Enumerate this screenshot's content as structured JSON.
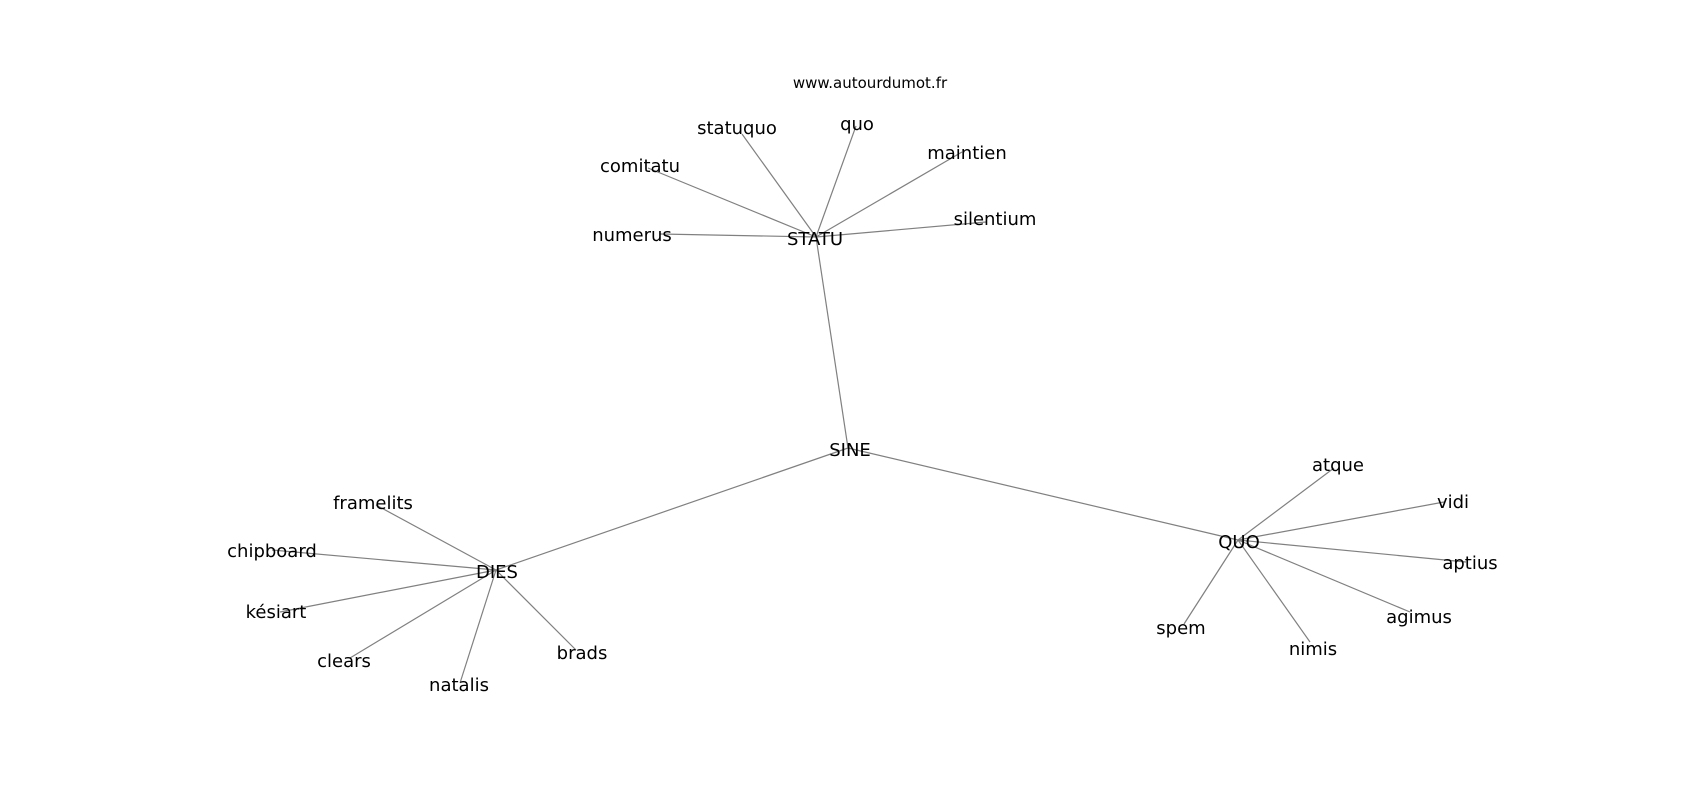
{
  "header": {
    "credit": "www.autourdumot.fr"
  },
  "graph": {
    "center": "SINE",
    "hubs": [
      {
        "label": "STATU",
        "leaves": [
          "numerus",
          "comitatu",
          "statuquo",
          "quo",
          "maintien",
          "silentium"
        ]
      },
      {
        "label": "DIES",
        "leaves": [
          "framelits",
          "chipboard",
          "késiart",
          "clears",
          "natalis",
          "brads"
        ]
      },
      {
        "label": "QUO",
        "leaves": [
          "atque",
          "vidi",
          "aptius",
          "agimus",
          "nimis",
          "spem"
        ]
      }
    ]
  },
  "colors": {
    "edge": "#808080",
    "text": "#000000",
    "background": "#ffffff"
  }
}
